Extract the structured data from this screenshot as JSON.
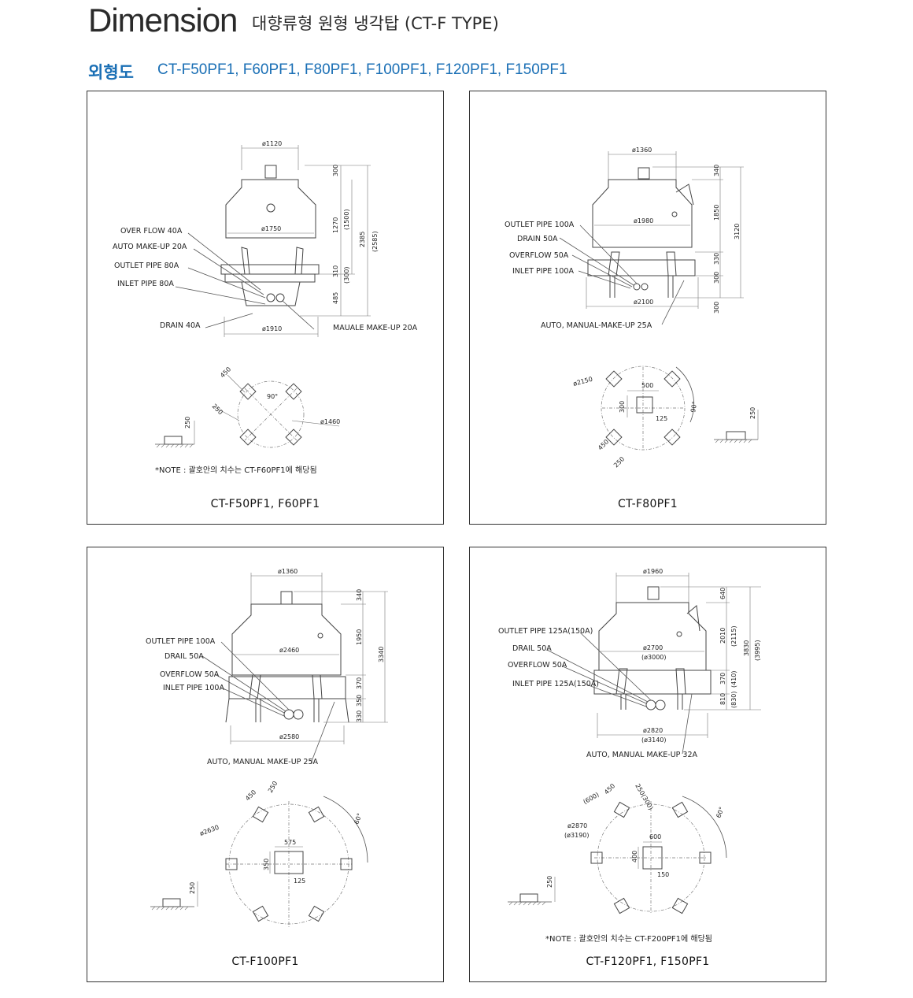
{
  "header": {
    "title": "Dimension",
    "subtitle": "대향류형 원형 냉각탑 (CT-F TYPE)"
  },
  "section": {
    "label": "외형도",
    "models": "CT-F50PF1, F60PF1, F80PF1, F100PF1, F120PF1, F150PF1"
  },
  "colors": {
    "accent": "#1a6fb5",
    "border": "#333333"
  },
  "panels": {
    "p1": {
      "caption": "CT-F50PF1, F60PF1",
      "labels": {
        "overflow": "OVER FLOW 40A",
        "automakeup": "AUTO MAKE-UP 20A",
        "outlet": "OUTLET PIPE 80A",
        "inlet": "INLET PIPE 80A",
        "drain": "DRAIN 40A",
        "manual": "MAUALE MAKE-UP 20A"
      },
      "dims": {
        "top": "ø1120",
        "mid": "ø1750",
        "bot": "ø1910",
        "d300": "300",
        "d1270": "1270",
        "d1500": "(1500)",
        "d2385": "2385",
        "d2585": "(2585)",
        "d310": "310",
        "d300p": "(300)",
        "d485": "485",
        "plan_450": "450",
        "plan_250": "250",
        "plan_90": "90°",
        "plan_dia": "ø1460",
        "fnd_250": "250"
      },
      "note": "*NOTE : 괄호안의 치수는 CT-F60PF1에 해당됨"
    },
    "p2": {
      "caption": "CT-F80PF1",
      "labels": {
        "outlet": "OUTLET PIPE 100A",
        "drain": "DRAIN 50A",
        "overflow": "OVERFLOW 50A",
        "inlet": "INLET PIPE 100A",
        "makeup": "AUTO, MANUAL-MAKE-UP 25A"
      },
      "dims": {
        "top": "ø1360",
        "mid": "ø1980",
        "bot": "ø2100",
        "d340": "340",
        "d1850": "1850",
        "d3120": "3120",
        "d330": "330",
        "d300a": "300",
        "d300b": "300",
        "plan_dia": "ø2150",
        "plan_500": "500",
        "plan_300": "300",
        "plan_125": "125",
        "plan_90": "90°",
        "plan_450": "450",
        "plan_250": "250",
        "fnd_250": "250"
      }
    },
    "p3": {
      "caption": "CT-F100PF1",
      "labels": {
        "outlet": "OUTLET PIPE 100A",
        "drail": "DRAIL 50A",
        "overflow": "OVERFLOW 50A",
        "inlet": "INLET PIPE 100A",
        "makeup": "AUTO, MANUAL MAKE-UP 25A"
      },
      "dims": {
        "top": "ø1360",
        "mid": "ø2460",
        "bot": "ø2580",
        "d340": "340",
        "d1950": "1950",
        "d3340": "3340",
        "d370": "370",
        "d350": "350",
        "d330": "330",
        "plan_450": "450",
        "plan_250": "250",
        "plan_dia": "ø2630",
        "plan_60": "60°",
        "plan_575": "575",
        "plan_350": "350",
        "plan_125": "125",
        "fnd_250": "250"
      }
    },
    "p4": {
      "caption": "CT-F120PF1, F150PF1",
      "labels": {
        "outlet": "OUTLET PIPE 125A(150A)",
        "drail": "DRAIL 50A",
        "overflow": "OVERFLOW 50A",
        "inlet": "INLET PIPE 125A(150A)",
        "makeup": "AUTO, MANUAL MAKE-UP 32A"
      },
      "dims": {
        "top": "ø1960",
        "mid": "ø2700",
        "midp": "(ø3000)",
        "bot": "ø2820",
        "botp": "(ø3140)",
        "d640": "640",
        "d2010": "2010",
        "d2115": "(2115)",
        "d3830": "3830",
        "d3995": "(3995)",
        "d370": "370",
        "d410": "(410)",
        "d810": "810",
        "d830": "(830)",
        "plan_600p": "(600)",
        "plan_450": "450",
        "plan_250": "250(300)",
        "plan_dia": "ø2870",
        "plan_diap": "(ø3190)",
        "plan_60": "60°",
        "plan_600": "600",
        "plan_400": "400",
        "plan_150": "150",
        "fnd_250": "250"
      },
      "note": "*NOTE : 괄호안의 치수는 CT-F200PF1에 해당됨"
    }
  }
}
